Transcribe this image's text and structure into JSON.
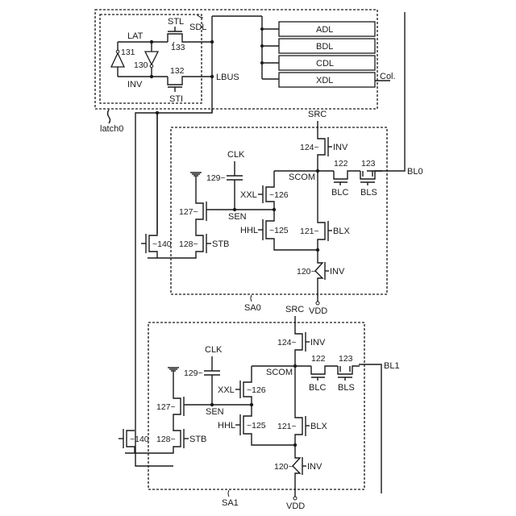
{
  "latch": {
    "block_label": "latch0",
    "sdl_label": "SDL",
    "lat_label": "LAT",
    "inv_label": "INV",
    "stl_label": "STL",
    "sti_label": "STI",
    "lbus_label": "LBUS",
    "ref_130": "130",
    "ref_131": "131",
    "ref_132": "132",
    "ref_133": "133",
    "data_latches": [
      "ADL",
      "BDL",
      "CDL",
      "XDL"
    ],
    "col_label": "Col."
  },
  "sense_amps": [
    {
      "block_label": "SA0",
      "src": "SRC",
      "vdd": "VDD",
      "clk": "CLK",
      "scom": "SCOM",
      "sen": "SEN",
      "bitline": "BL0",
      "refs": {
        "t120": "120~",
        "t121": "121~",
        "t122": "122",
        "t123": "123",
        "t124": "124~",
        "t125": "~125",
        "t126": "~126",
        "t127": "127~",
        "t128": "128~",
        "c129": "129~",
        "t140": "~140"
      },
      "gates": {
        "t120": "INV",
        "t121": "BLX",
        "t122": "BLC",
        "t123": "BLS",
        "t124": "INV",
        "t125": "HHL",
        "t126": "XXL",
        "t128": "STB"
      }
    },
    {
      "block_label": "SA1",
      "src": "SRC",
      "vdd": "VDD",
      "clk": "CLK",
      "scom": "SCOM",
      "sen": "SEN",
      "bitline": "BL1",
      "refs": {
        "t120": "120~",
        "t121": "121~",
        "t122": "122",
        "t123": "123",
        "t124": "124~",
        "t125": "~125",
        "t126": "~126",
        "t127": "127~",
        "t128": "128~",
        "c129": "129~",
        "t140": "~140"
      },
      "gates": {
        "t120": "INV",
        "t121": "BLX",
        "t122": "BLC",
        "t123": "BLS",
        "t124": "INV",
        "t125": "HHL",
        "t126": "XXL",
        "t128": "STB"
      }
    }
  ]
}
